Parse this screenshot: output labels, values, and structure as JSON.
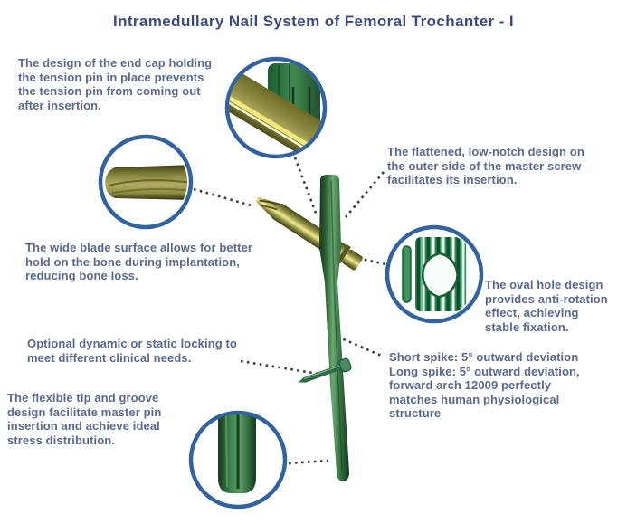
{
  "title": "Intramedullary Nail System of Femoral Trochanter - I",
  "colors": {
    "title_text": "#3c4b7d",
    "body_text": "#5b6990",
    "callout_ring": "#33639f",
    "leader_dots": "#3a3d46",
    "nail_green": "#2e6b39",
    "nail_green_dark": "#14381d",
    "screw_gold": "#8f8f45",
    "screw_gold_highlight": "#f2ea8e",
    "detail_stripe_green": "#2e8a55",
    "background": "#ffffff"
  },
  "annotations": {
    "end_cap": "The design of the end cap holding\nthe tension pin in place prevents\nthe tension pin from coming out\nafter insertion.",
    "master_screw": "The flattened, low-notch design on\nthe outer side of the master screw\nfacilitates its insertion.",
    "wide_blade": "The wide blade surface allows for better\nhold on the bone during implantation,\nreducing bone loss.",
    "oval_hole": "The oval hole design\nprovides anti-rotation\n effect, achieving\nstable fixation.",
    "locking": "Optional dynamic or static locking to\nmeet different clinical needs.",
    "spike": "Short spike: 5° outward deviation\nLong spike: 5° outward deviation,\nforward arch 12009 perfectly\nmatches human physiological\nstructure",
    "flexible_tip": "The flexible tip and groove\ndesign facilitate master pin\ninsertion and achieve ideal\nstress distribution."
  }
}
